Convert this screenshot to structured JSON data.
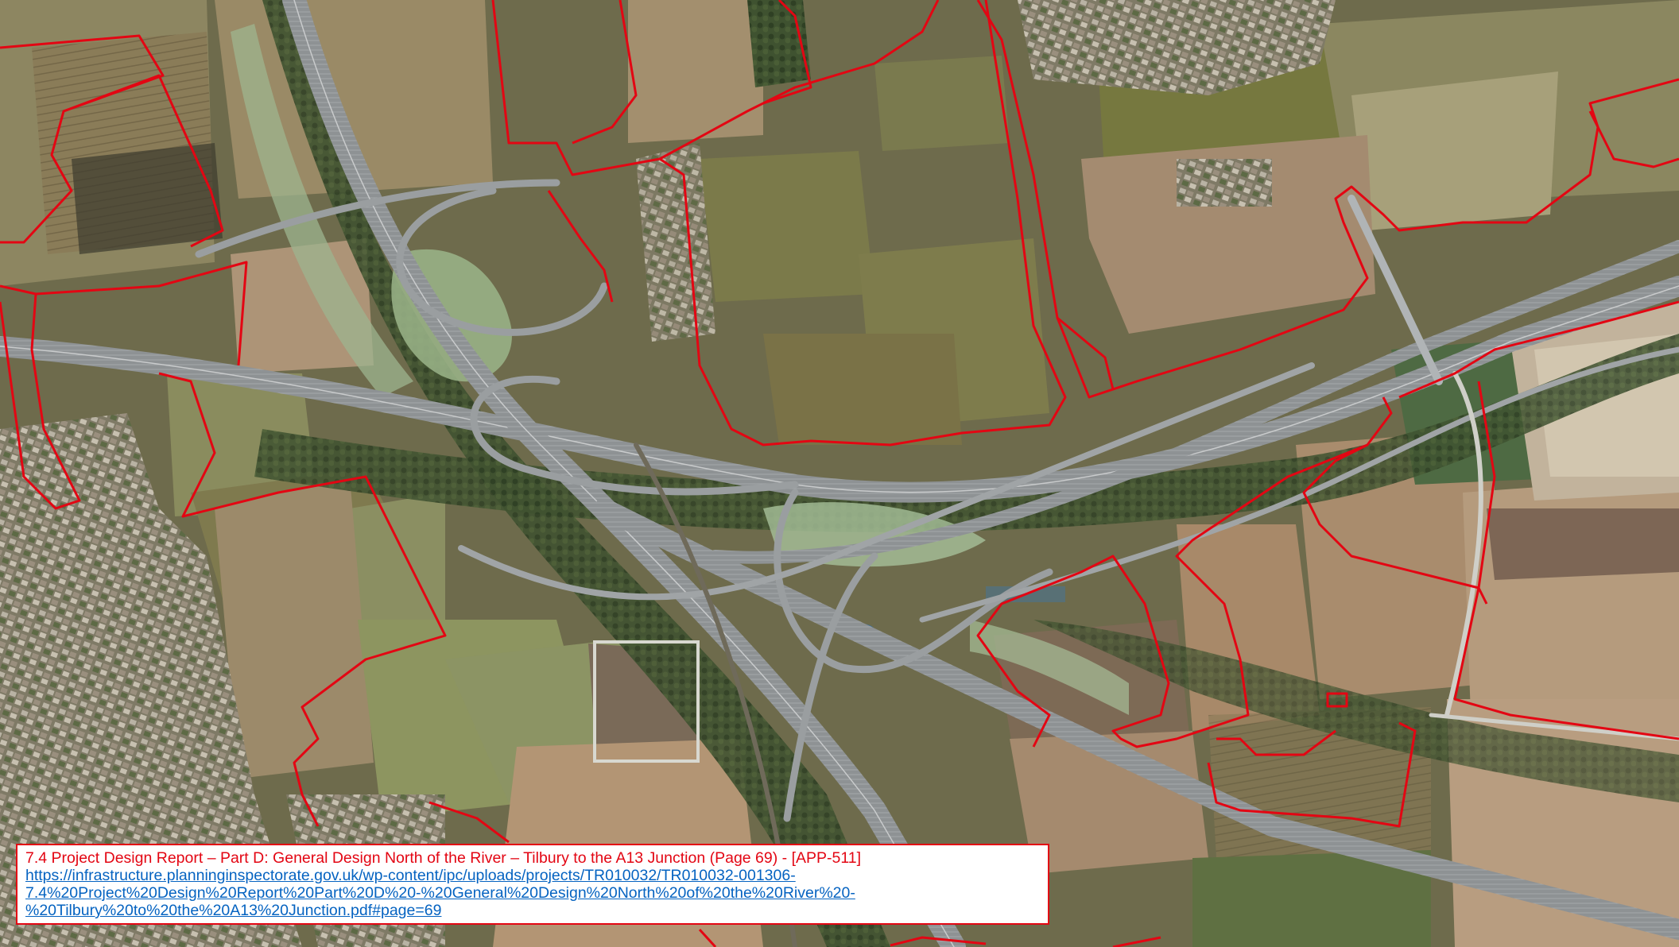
{
  "caption": {
    "title": "7.4 Project Design Report – Part D: General Design North of the River – Tilbury to the A13 Junction (Page 69) - [APP-511]",
    "link_lines": [
      "https://infrastructure.planninginspectorate.gov.uk/wp-content/ipc/uploads/projects/TR010032/TR010032-001306-",
      "7.4%20Project%20Design%20Report%20Part%20D%20-%20General%20Design%20North%20of%20the%20River%20-",
      "%20Tilbury%20to%20the%20A13%20Junction.pdf#page=69"
    ]
  },
  "colors": {
    "boundary": "#e30613",
    "link": "#0563c1",
    "caption_bg": "#ffffff"
  }
}
